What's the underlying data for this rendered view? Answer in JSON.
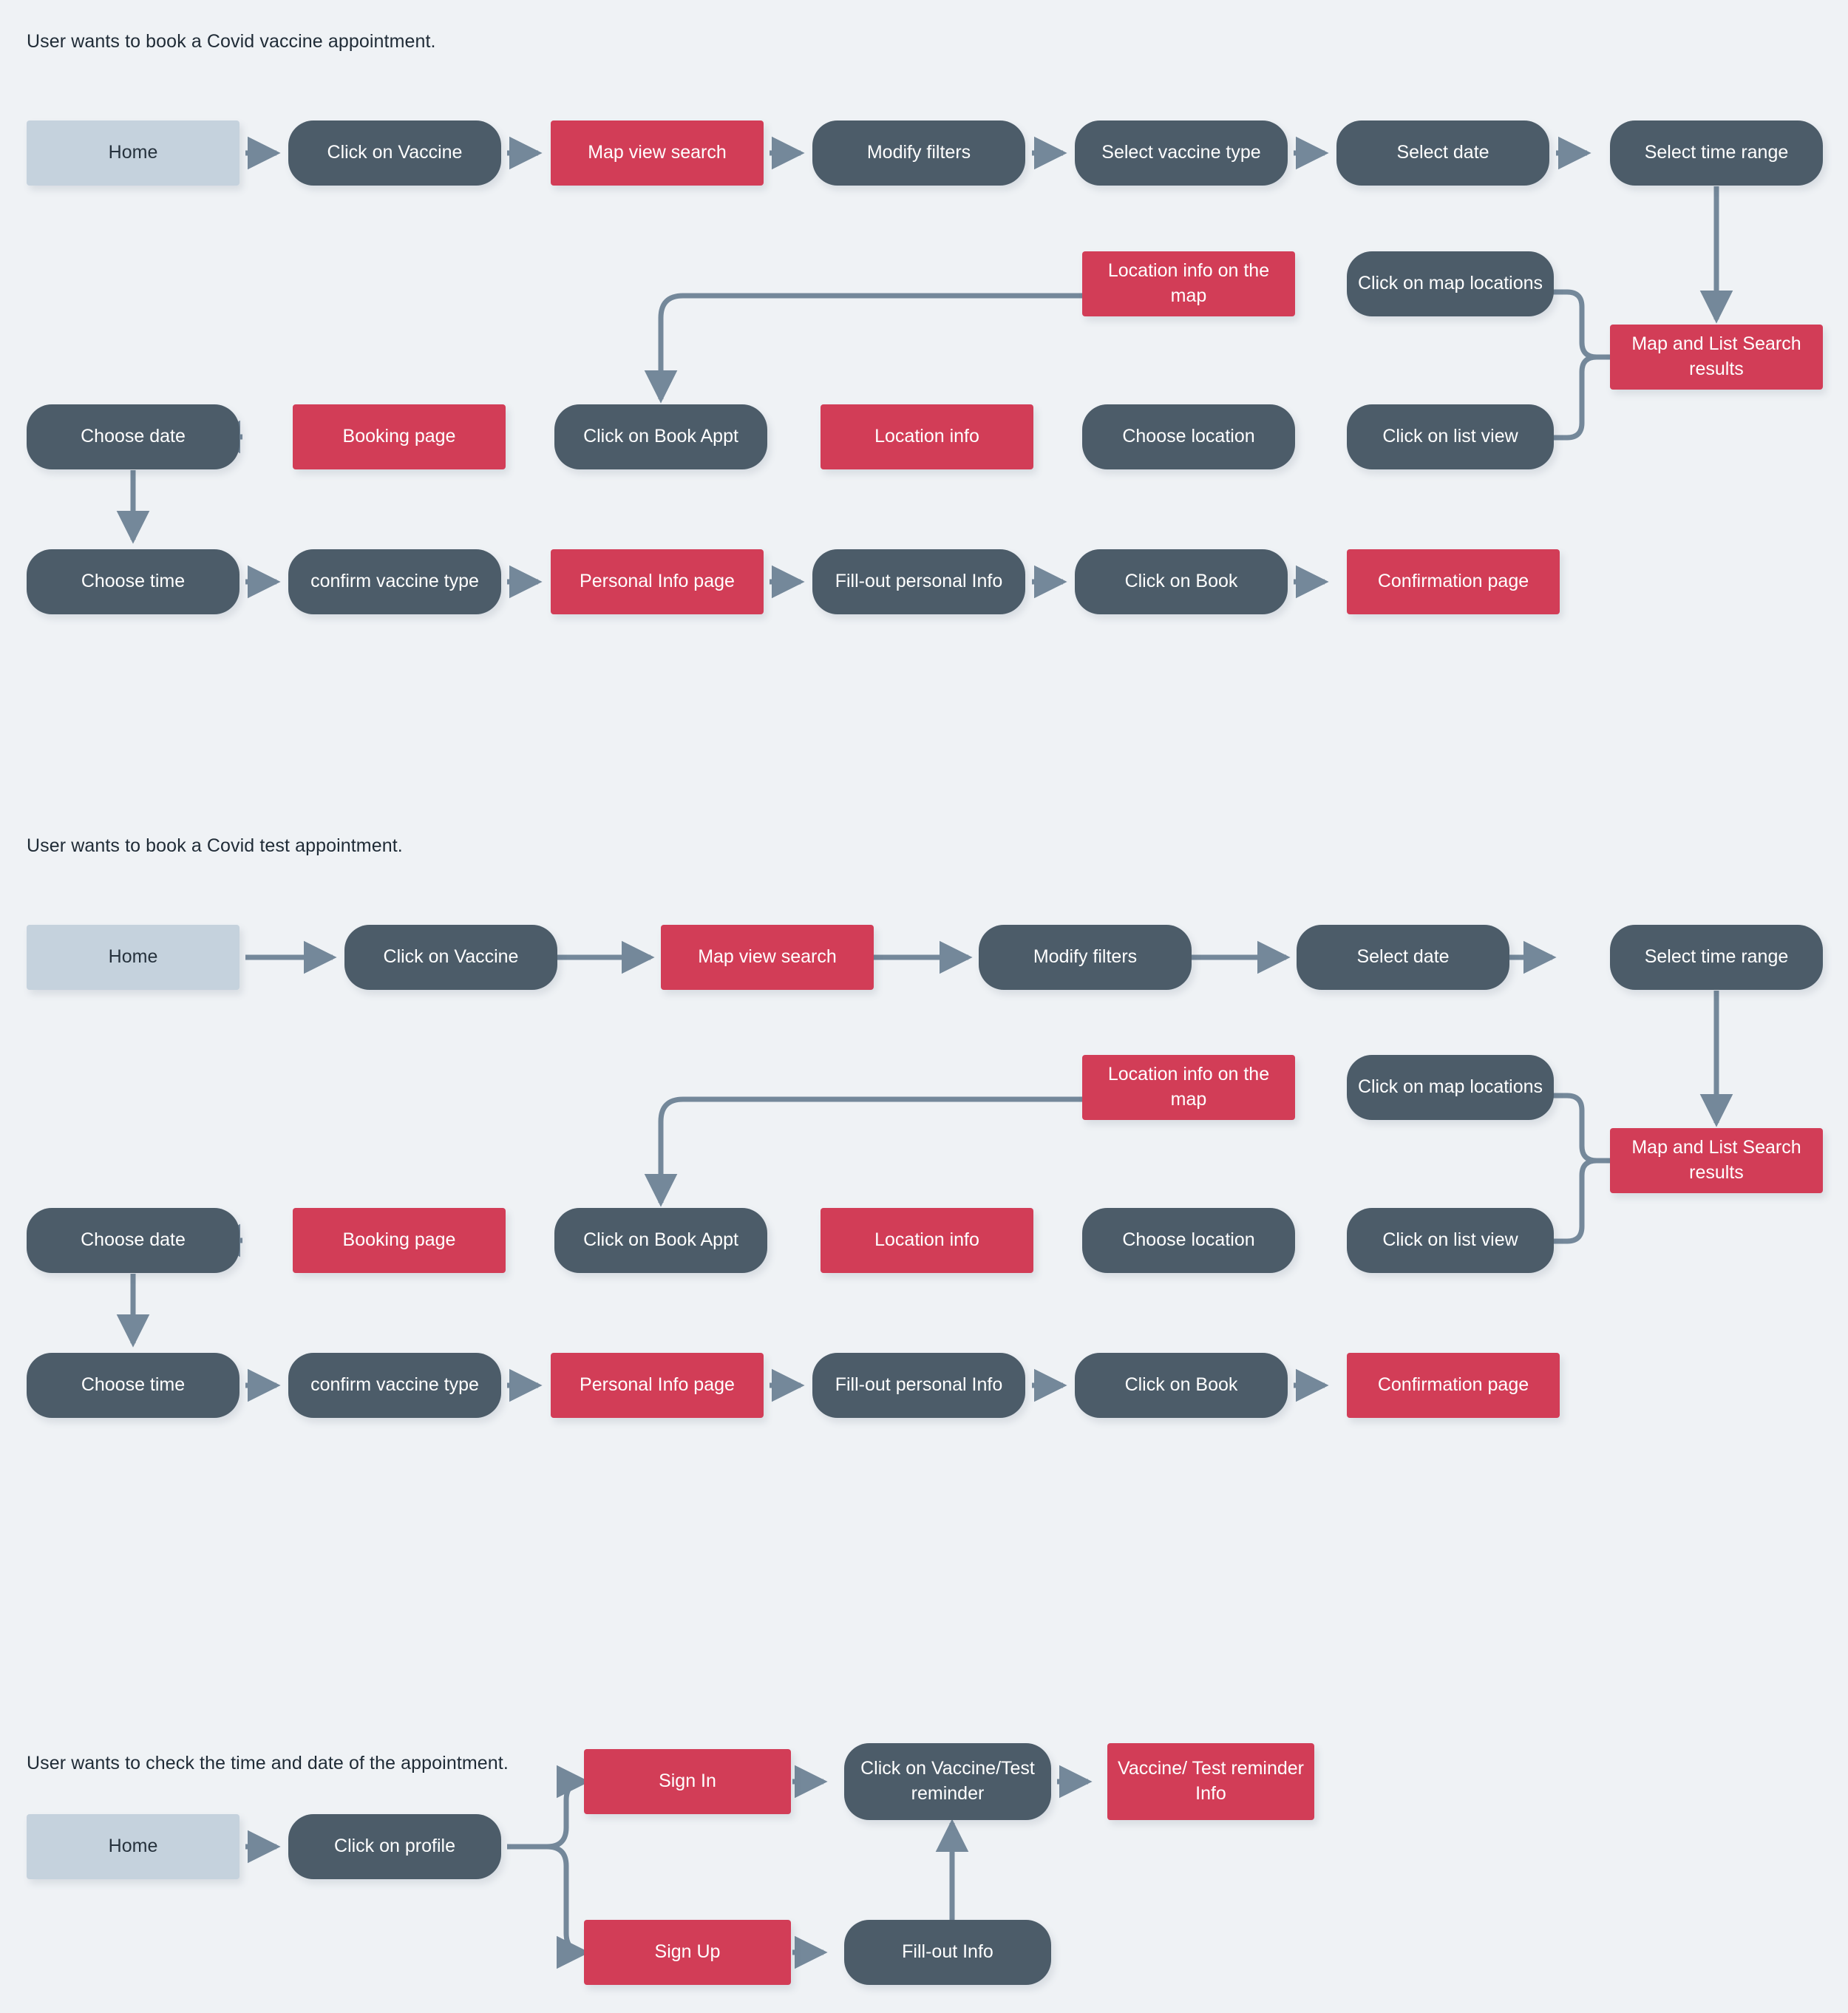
{
  "page": {
    "background_color": "#eff2f5",
    "title": "Covid appointment user flows"
  },
  "palette": {
    "dark": "#4c5c69",
    "red": "#d23d57",
    "light_blue": "#c5d2dd",
    "connector": "#74889a",
    "text_dark": "#1f2b36",
    "text_light": "#ffffff"
  },
  "sections": [
    {
      "id": "vaccine",
      "title": "User wants to book a Covid vaccine appointment.",
      "nodes": [
        {
          "id": "s1-home",
          "label": "Home",
          "type": "light"
        },
        {
          "id": "s1-click-vaccine",
          "label": "Click on Vaccine",
          "type": "dark"
        },
        {
          "id": "s1-map-view",
          "label": "Map view search",
          "type": "red"
        },
        {
          "id": "s1-modify-filters",
          "label": "Modify filters",
          "type": "dark"
        },
        {
          "id": "s1-vaccine-type",
          "label": "Select vaccine type",
          "type": "dark"
        },
        {
          "id": "s1-select-date",
          "label": "Select date",
          "type": "dark"
        },
        {
          "id": "s1-time-range",
          "label": "Select time range",
          "type": "dark"
        },
        {
          "id": "s1-results",
          "label": "Map and List Search results",
          "type": "red"
        },
        {
          "id": "s1-map-locations",
          "label": "Click on map locations",
          "type": "dark"
        },
        {
          "id": "s1-loc-info-map",
          "label": "Location info on the map",
          "type": "red"
        },
        {
          "id": "s1-list-view",
          "label": "Click on list view",
          "type": "dark"
        },
        {
          "id": "s1-choose-location",
          "label": "Choose  location",
          "type": "dark"
        },
        {
          "id": "s1-location-info",
          "label": "Location info",
          "type": "red"
        },
        {
          "id": "s1-book-appt",
          "label": "Click on Book Appt",
          "type": "dark"
        },
        {
          "id": "s1-booking-page",
          "label": "Booking page",
          "type": "red"
        },
        {
          "id": "s1-choose-date",
          "label": "Choose  date",
          "type": "dark"
        },
        {
          "id": "s1-choose-time",
          "label": "Choose time",
          "type": "dark"
        },
        {
          "id": "s1-confirm-type",
          "label": "confirm vaccine type",
          "type": "dark"
        },
        {
          "id": "s1-personal-info",
          "label": "Personal Info page",
          "type": "red"
        },
        {
          "id": "s1-fill-personal",
          "label": "Fill-out personal Info",
          "type": "dark"
        },
        {
          "id": "s1-click-book",
          "label": "Click on Book",
          "type": "dark"
        },
        {
          "id": "s1-confirmation",
          "label": "Confirmation page",
          "type": "red"
        }
      ]
    },
    {
      "id": "test",
      "title": "User wants to book a Covid test appointment.",
      "nodes": [
        {
          "id": "s2-home",
          "label": "Home",
          "type": "light"
        },
        {
          "id": "s2-click-vaccine",
          "label": "Click on Vaccine",
          "type": "dark"
        },
        {
          "id": "s2-map-view",
          "label": "Map view search",
          "type": "red"
        },
        {
          "id": "s2-modify-filters",
          "label": "Modify filters",
          "type": "dark"
        },
        {
          "id": "s2-select-date",
          "label": "Select date",
          "type": "dark"
        },
        {
          "id": "s2-time-range",
          "label": "Select time range",
          "type": "dark"
        },
        {
          "id": "s2-results",
          "label": "Map and List Search results",
          "type": "red"
        },
        {
          "id": "s2-map-locations",
          "label": "Click on map locations",
          "type": "dark"
        },
        {
          "id": "s2-loc-info-map",
          "label": "Location info on the map",
          "type": "red"
        },
        {
          "id": "s2-list-view",
          "label": "Click on list view",
          "type": "dark"
        },
        {
          "id": "s2-choose-location",
          "label": "Choose  location",
          "type": "dark"
        },
        {
          "id": "s2-location-info",
          "label": "Location info",
          "type": "red"
        },
        {
          "id": "s2-book-appt",
          "label": "Click on Book Appt",
          "type": "dark"
        },
        {
          "id": "s2-booking-page",
          "label": "Booking page",
          "type": "red"
        },
        {
          "id": "s2-choose-date",
          "label": "Choose  date",
          "type": "dark"
        },
        {
          "id": "s2-choose-time",
          "label": "Choose time",
          "type": "dark"
        },
        {
          "id": "s2-confirm-type",
          "label": "confirm vaccine type",
          "type": "dark"
        },
        {
          "id": "s2-personal-info",
          "label": "Personal Info page",
          "type": "red"
        },
        {
          "id": "s2-fill-personal",
          "label": "Fill-out personal Info",
          "type": "dark"
        },
        {
          "id": "s2-click-book",
          "label": "Click on Book",
          "type": "dark"
        },
        {
          "id": "s2-confirmation",
          "label": "Confirmation page",
          "type": "red"
        }
      ]
    },
    {
      "id": "check",
      "title": "User wants to check the time and date of the appointment.",
      "nodes": [
        {
          "id": "s3-home",
          "label": "Home",
          "type": "light"
        },
        {
          "id": "s3-click-profile",
          "label": "Click on profile",
          "type": "dark"
        },
        {
          "id": "s3-sign-in",
          "label": "Sign In",
          "type": "red"
        },
        {
          "id": "s3-sign-up",
          "label": "Sign Up",
          "type": "red"
        },
        {
          "id": "s3-reminder",
          "label": "Click on Vaccine/Test reminder",
          "type": "dark"
        },
        {
          "id": "s3-reminder-info",
          "label": "Vaccine/ Test reminder Info",
          "type": "red"
        },
        {
          "id": "s3-fill-out-info",
          "label": "Fill-out Info",
          "type": "dark"
        }
      ]
    }
  ]
}
